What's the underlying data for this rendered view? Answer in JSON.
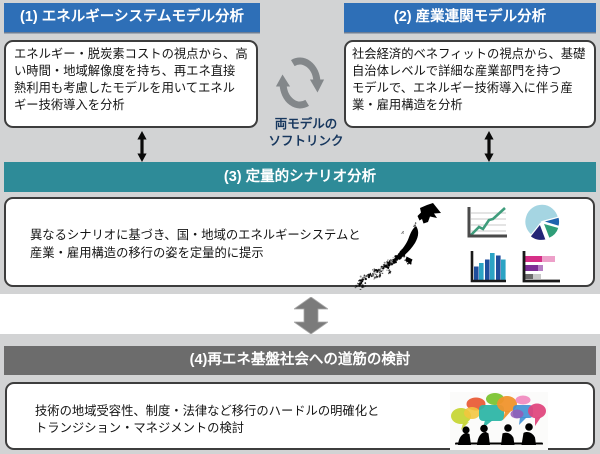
{
  "colors": {
    "page_bg": "#d2d3d4",
    "header_blue": "#2e6fb7",
    "teal": "#2e8b98",
    "bar_gray": "#6c6c6c",
    "box_border": "#3d3d3d",
    "text_dark": "#141414",
    "navy_label": "#17375e",
    "arrow_black": "#0a0a0a",
    "arrow_gray": "#7b7b7b",
    "sync_gray": "#83878a",
    "chart_green": "#3f9d7c",
    "chart_navy": "#1f4e9c",
    "chart_cyan": "#2ba3c4",
    "pie_light": "#a5d5e2",
    "pie_blue": "#1f63ae",
    "pie_green": "#2f9e78",
    "pie_navy": "#232577",
    "hbar_pink": "#d62f87",
    "hbar_pink_light": "#eda0c9",
    "hbar_purple": "#7d2f96",
    "hbar_purple_light": "#b57fc4",
    "hbar_gray": "#6b6b6b",
    "hbar_gray_light": "#c9c9c9"
  },
  "model_analysis": {
    "left": {
      "title": "(1) エネルギーシステムモデル分析",
      "body_lines": [
        "エネルギー・脱炭素コストの視点から、高",
        "い時間・地域解像度を持ち、再エネ直接",
        "熱利用も考慮したモデルを用いてエネル",
        "ギー技術導入を分析"
      ]
    },
    "right": {
      "title": "(2) 産業連関モデル分析",
      "body_lines": [
        "社会経済的ベネフィットの視点から、基礎",
        "自治体レベルで詳細な産業部門を持つ",
        "モデルで、エネルギー技術導入に伴う産",
        "業・雇用構造を分析"
      ]
    },
    "soft_link_lines": [
      "両モデルの",
      "ソフトリンク"
    ]
  },
  "scenario": {
    "title": "(3) 定量的シナリオ分析",
    "body_lines": [
      "異なるシナリオに基づき、国・地域のエネルギーシステムと",
      "産業・雇用構造の移行の姿を定量的に提示"
    ]
  },
  "pathway": {
    "title": "(4)再エネ基盤社会への道筋の検討",
    "body_lines": [
      "技術の地域受容性、制度・法律など移行のハードルの明確化と",
      "トランジション・マネジメントの検討"
    ]
  }
}
